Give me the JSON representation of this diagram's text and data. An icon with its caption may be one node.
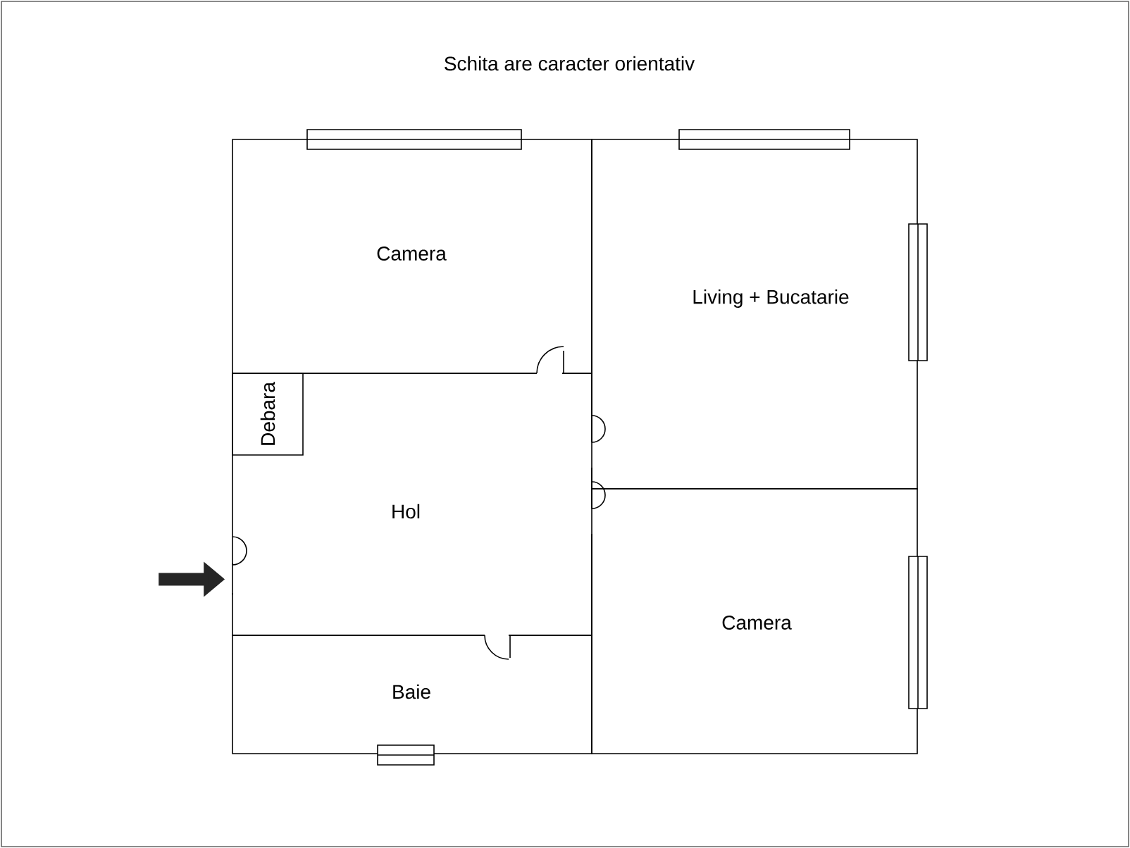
{
  "diagram": {
    "title": "Schita are caracter orientativ",
    "nodes": [
      {
        "text": [
          "Camera"
        ]
      },
      {
        "text": [
          "Living + Bucatarie"
        ]
      },
      {
        "text": [
          "Hol"
        ]
      },
      {
        "text": [
          "Debara"
        ],
        "in": 2
      },
      {
        "text": [
          "Camera"
        ]
      },
      {
        "text": [
          "Baie"
        ]
      }
    ],
    "edges": [
      {
        "from": null,
        "to": 2,
        "arrow": "to"
      }
    ]
  }
}
